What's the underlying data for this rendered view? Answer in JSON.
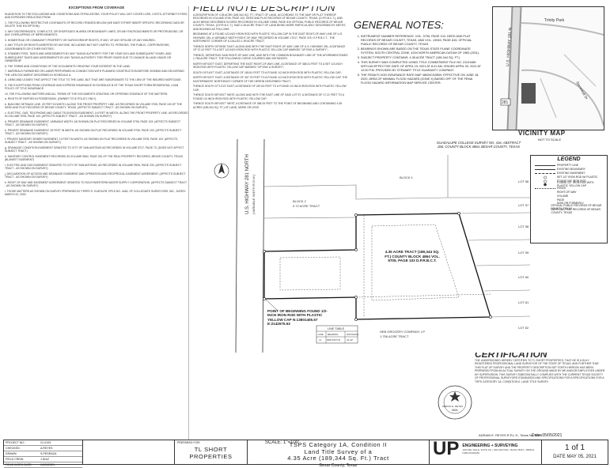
{
  "exceptions": {
    "title": "EXCEPTIONS FROM COVERAGE",
    "items": [
      "IN ADDITION TO THE EXCLUSIONS AND CONDITIONS AND STIPULATIONS, YOUR POLICY WILL NOT COVER LOSS, COSTS, ATTORNEY'S FEES, AND EXPENSES RESULTING FROM:",
      "1. THE FOLLOWING RESTRICTIVE COVENANTS OF RECORD ITEMIZED BELOW (WE MUST EITHER INSERT SPECIFIC RECORDING DATA OR DELETE THIS EXCEPTION):",
      "2. ANY DISCREPANCIES, CONFLICTS, OR SHORTAGES IN AREA OR BOUNDARY LINES, OR ANY ENCROACHMENTS OR PROTRUSIONS, OR ANY OVERLAPPING OF IMPROVEMENTS.",
      "3. HOMESTEAD OR COMMUNITY PROPERTY OR SURVIVORSHIP RIGHTS, IF ANY, OF ANY SPOUSE OF ANY INSURED.",
      "4. ANY TITLES OR RIGHTS ASSERTED BY ANYONE, INCLUDING BUT NOT LIMITED TO, PERSONS, THE PUBLIC, CORPORATIONS, GOVERNMENTS OR OTHER ENTITIES.",
      "5. STANDBY FEES, TAXES AND ASSESSMENTS BY ANY TAXING AUTHORITY FOR THE YEAR 2021 AND SUBSEQUENT YEARS, AND SUBSEQUENT TAXES AND ASSESSMENTS BY ANY TAXING AUTHORITY FOR PRIOR YEARS DUE TO CHANGE IN LAND USAGE OR OWNERSHIP.",
      "6. THE TERMS AND CONDITIONS OF THE DOCUMENTS CREATING YOUR INTEREST IN THE LAND.",
      "7. MATERIALS FURNISHED OR LABOR PERFORMED IN CONNECTION WITH PLANNED CONSTRUCTION BEFORE SIGNING AND DELIVERING THE LIEN DOCUMENT DESCRIBED IN SCHEDULE A.",
      "8. LIENS AND LEASES THAT AFFECT THE TITLE TO THE LAND, BUT THAT ARE SUBORDINATE TO THE LIEN OF THE INSURED MORTGAGE.",
      "9. THE EXCEPTIONS FROM COVERAGE AND EXPRESS INSURANCE IN SCHEDULE B OF THE TEXAS SHORT FORM RESIDENTIAL LOAN POLICY OF TITLE INSURANCE.",
      "10. THE FOLLOWING MATTERS AND ALL TERMS OF THE DOCUMENTS CREATING OR OFFERING EVIDENCE OF THE MATTERS:",
      "a. RIGHTS OF PARTIES IN POSSESSION. (OWNER TITLE POLICY ONLY)",
      "b. BUILDING SETBACK LINE, 25 FEET IN WIDTH, ALONG THE FRONT PROPERTY LINE, AS RECORDED IN VOLUME 9705, PAGE 103 OF THE DEED AND PLAT RECORDS OF BEXAR COUNTY, TEXAS. (AFFECTS SUBJECT TRACT - AS SHOWN ON SURVEY)",
      "c. ELECTRIC, GAS, TELEPHONE AND CABLE TELEVISION EASEMENT, 14 FEET IN WIDTH, ALONG THE FRONT PROPERTY LINE, AS RECORDED IN VOLUME 9705, PAGE 103. (AFFECTS SUBJECT TRACT - AS SHOWN ON SURVEY)",
      "d. PRIVATE DRAINAGE EASEMENT, VARIABLE WIDTH, AS SHOWN ON PLAT RECORDED IN VOLUME 9705, PAGE 103. (AFFECTS SUBJECT TRACT - AS SHOWN ON SURVEY)",
      "e. PRIVATE DRAINAGE EASEMENT, 25 FEET IN WIDTH, AS SHOWN ON PLAT RECORDED IN VOLUME 9705, PAGE 103. (AFFECTS SUBJECT TRACT - AS SHOWN ON SURVEY)",
      "f. PRIVATE SANITARY SEWER EASEMENT, 10 FEET IN WIDTH, AS SHOWN ON PLAT RECORDED IN VOLUME 9705, PAGE 103. (AFFECTS SUBJECT TRACT - AS SHOWN ON SURVEY)",
      "g. DRAINAGE CONDITION EASEMENT GRANTED TO CITY OF SAN ANTONIO AS RECORDED IN VOLUME 8717, PAGE 73. (DOES NOT AFFECT SUBJECT TRACT)",
      "h. SANITARY CONTROL EASEMENT RECORDED IN VOLUME 9662, PAGE 251 OF THE REAL PROPERTY RECORDS, BEXAR COUNTY, TEXAS. (BLANKET EASEMENT)",
      "i. ELECTRIC AND GAS EASEMENT GRANTED TO CITY OF SAN ANTONIO, AS RECORDED IN VOLUME 9926, PAGE 233. (AFFECTS SUBJECT TRACT - AS SHOWN ON SURVEY)",
      "j. DECLARATION OF ACCESS AND DRAINAGE EASEMENT AND OPERATION AND RECIPROCAL EASEMENT AGREEMENT. (AFFECTS SUBJECT TRACT - AS SHOWN ON SURVEY)",
      "k. RIGHT OF WAY AND EASEMENT AGREEMENT GRANTED TO SOUTHWESTERN WATER SUPPLY CORPORATION. (AFFECTS SUBJECT TRACT - AS SHOWN ON SURVEY)",
      "l. THOSE MATTERS AS SHOWN ON SURVEY PREPARED BY TERRY E. KUEHLER, RPLS NO. 4446, OF COLLEGIATE SURVEYORS, INC., DATED: MARCH 22, 2000."
    ]
  },
  "field_notes": {
    "title": "FIELD NOTE DESCRIPTION",
    "intro": "A DESCRIPTION OF 4.35 ACRE (189,344 SQ. FT.) TRACT OF LAND, ACCORDING TO THE MAP OR PLAT THEREOF RECORDED IN VOLUME 9705, PAGE 103, DEED AND PLAT RECORDS OF BEXAR COUNTY, TEXAS, (D.P.R.B.C.T.), AND ALSO BEING DESCRIBED IN DEED RECORDED IN VOLUME 13945, PAGE 815 OFFICIAL PUBLIC RECORDS OF BEXAR COUNTY, TEXAS, (O.P.R.B.C.T.). SAID 4.35 ACRE TRACT OF LAND BEING MORE PARTICULARLY DESCRIBED BY METES AND BOUNDS AS FOLLOWS:",
    "items": [
      "BEGINNING AT A FOUND 1/2-INCH IRON ROD WITH PLASTIC YELLOW CAP IN THE EAST RIGHT-OF-WAY LINE OF U.S. HIGHWAY 281, A VARIABLE WIDTH RIGHT-OF-WAY, RECORDED IN VOLUME 17017, PAGE 475, O.P.R.B.C.T., THE NORTHWEST CORNER OF A CALLED 1.59 ACRE TRACT;",
      "THENCE NORTH 00°05'46\" EAST, ALONG AND WITH THE EAST RIGHT-OF-WAY LINE OF U.S. HIGHWAY 281, A DISTANCE OF 37.42 FEET TO A SET 1/2-INCH IRON ROD WITH PLASTIC YELLOW CAP MARKED \"UP ENG & SURVEY\";",
      "THENCE, DEPARTING SAID RIGHT-OF-WAY LINE, AND WITH THE COMMON BOUNDARY LINE OF THE AFOREMENTIONED 1.756 ACRE TRACT, THE FOLLOWING CURVE COURSES AND DISTANCES:",
      "NORTH 89°43'07\" EAST, DEPARTING THE EAST RIGHT-OF-WAY LINE, A DISTANCE OF 368.31 FEET TO A SET 1/2-INCH IRON ROD WITH PLASTIC YELLOW CAP MARKED \"UP ENG & SURVEY\";",
      "SOUTH 00°16'47\" EAST, A DISTANCE OF 180.61 FEET TO A FOUND 1/2-INCH IRON ROD WITH PLASTIC YELLOW CAP;",
      "NORTH 89°43'07\" EAST, A DISTANCE OF 357.76 FEET TO A FOUND 1/2-INCH IRON ROD WITH PLASTIC YELLOW CAP, THE EASTERNMOST NORTHEAST CORNER OF THE HEREIN DESCRIBED TRACT;",
      "THENCE SOUTH 07°13'13\" EAST, A DISTANCE OF 287.63 FEET TO A FOUND 1/2-INCH IRON ROD WITH PLASTIC YELLOW CAP;",
      "THENCE SOUTH 89°43'07\" WEST, ALONG AND WITH THE EAST LINE OF SAID LOT 57, A DISTANCE OF 17.21 FEET TO A FOUND 1/2-INCH IRON ROD WITH PLASTIC YELLOW CAP;",
      "THENCE SOUTH 89°43'07\" WEST, A DISTANCE OF 368.29 FEET TO THE POINT OF BEGINNING AND CONTAINING 4.35 ACRES (189,344 SQ. FT.) OF LAND, MORE OR LESS."
    ]
  },
  "general_notes": {
    "title": "GENERAL NOTES:",
    "items": [
      "INSTRUMENT NUMBER REFERENCE: VOL. 9705, PAGE 103, DEED AND PLAT RECORDS OF BEXAR COUNTY, TEXAS, AND VOL. 13945, PAGE 815, OFFICIAL PUBLIC RECORDS OF BEXAR COUNTY, TEXAS.",
      "BEARINGS SHOWN ARE BASED ON THE TEXAS STATE PLANE COORDINATE SYSTEM, SOUTH CENTRAL ZONE, 4204 NORTH AMERICAN DATUM OF 1983 (2011).",
      "SUBJECT PROPERTY CONTAINS: 4.35 ACRE TRACT (189,344 SQ. FT.)",
      "THIS SURVEY WAS COMPLETED USING TITLE COMMITMENT FILE NO. 21191485 WITH AN EFFECTIVE DATE OF APRIL 19, 2021 AT 8:41 AM, ISSUED APRIL 30, 2021 AT 12:00 P.M. PROVIDED BY STEWART TITLE GUARANTY COMPANY.",
      "THE FEMA FLOOD INSURANCE RATE MAP 48029C0285H, EFFECTIVE ON JUNE 18, 2020. AREA OF MINIMAL FLOOD HAZARD (ZONE X) BASED OFF OF THE FEMA FLOOD HAZARD INFORMATION MAP SERVICE CENTER."
    ]
  },
  "vicinity": {
    "title": "VICINITY MAP",
    "scale": "NOT TO SCALE",
    "roads": [
      "U.S. HIGHWAY 281 N.",
      "Trinity Park",
      "Stonewall Dr",
      "281"
    ]
  },
  "legend": {
    "title": "LEGEND",
    "items": [
      {
        "label": "PROPERTY LINE",
        "sym": "solid"
      },
      {
        "label": "EXISTING BOUNDARY",
        "sym": "solid"
      },
      {
        "label": "EXISTING EASEMENT",
        "sym": "dash"
      },
      {
        "label": "SET 1/2\" IRON ROD W/ PLASTIC",
        "sym": "circle"
      },
      {
        "label": "FOUND 5/8\" IRON ROD",
        "sym": "circle"
      },
      {
        "label": "FOUND 1/2\" IRON ROD WITH PLASTIC YELLOW CAP",
        "sym": "dot-circle"
      },
      {
        "label": "FENCE",
        "sym": "fence"
      },
      {
        "label": "RIGHT-OF-WAY",
        "sym": "text"
      },
      {
        "label": "VOLUME",
        "sym": "text"
      },
      {
        "label": "PAGE",
        "sym": "text"
      },
      {
        "label": "NOW OR FORMERLY",
        "sym": "text"
      },
      {
        "label": "OFFICIAL PUBLIC RECORDS OF BEXAR COUNTY, TEXAS",
        "sym": "text"
      },
      {
        "label": "DEED AND PLAT RECORDS OF BEXAR COUNTY, TEXAS",
        "sym": "text"
      }
    ]
  },
  "plat": {
    "highway": "U.S. HIGHWAY 281 NORTH",
    "highway_sub": "(VARIABLE WIDTH R.O.W.)",
    "subdivision": "GUADALUPE COLLEGE SURVEY NO. 416, ABSTRACT 266, COUNTY BLOCK 4864, BEXAR COUNTY, TEXAS",
    "tract_label": "4.35 ACRE TRACT (189,344 SQ. FT.) COUNTY BLOCK 4864 VOL. 9705, PAGE 103 D.P.R.B.C.T.",
    "pob": "POINT OF BEGINNING FOUND 1/2-INCH IRON ROD WITH PLASTIC YELLOW CAP N:13801405.57 E:2142675.53",
    "lot_labels": [
      "LOT 56",
      "LOT 57",
      "LOT 58",
      "LOT 59",
      "LOT 60",
      "LOT 61",
      "LOT 62"
    ],
    "block_labels": [
      "BLOCK 2",
      "0.72 ACRE TRACT",
      "BLOCK 1",
      "HEB GROCERY COMPANY, LP",
      "1.756 ACRE TRACT"
    ],
    "line_table_title": "LINE TABLE",
    "line_table_headers": [
      "LINE",
      "BEARING",
      "DISTANCE"
    ],
    "line_table_row": [
      "L1",
      "N89°43'07\"E",
      "31.42'"
    ]
  },
  "certification": {
    "title": "CERTIFICATION",
    "text": "THE UNDERSIGNED HEREBY CERTIFIES TO TL SHORT PROPERTIES, THAT HE IS A DULY REGISTERED PROFESSIONAL LAND SURVEYOR OF THE STATE OF TEXAS, AND FURTHER THAT: THIS PLAT OF SURVEY AND THE PROPERTY DESCRIPTION SET FORTH HEREON HAS BEEN PREPARED FROM AN ACTUAL SURVEY ON THE GROUND MADE BY ME AND/OR EMPLOYEES UNDER MY SUPERVISION. THIS SURVEY SUBSTANTIALLY COMPLIES WITH THE CURRENT TEXAS SOCIETY OF PROFESSIONAL SURVEYORS STANDARDS AND SPECIFICATIONS FOR A SPECIFICATIONS FOR A TSPS CATEGORY 1A, CONDITION II, LAND TITLE SURVEY.",
    "signer": "ADRIAN E. REYES R.P.L.S., Texas No. 5806",
    "date": "Date: 05/05/2021"
  },
  "seal": {
    "lines": [
      "STATE OF TEXAS",
      "ADRIAN E. REYES",
      "5806",
      "PROFESSIONAL",
      "SURVEYOR"
    ]
  },
  "titleblock": {
    "info": [
      {
        "k": "PROJECT NO.:",
        "v": "21-0193"
      },
      {
        "k": "CHECKED:",
        "v": "A.REYES"
      },
      {
        "k": "DRAWN:",
        "v": "S.PEDRAZA"
      },
      {
        "k": "FIELD CREW:",
        "v": "J.DIAZ"
      },
      {
        "k": "FIELD WORK DATE:",
        "v": "04/26/2021"
      }
    ],
    "prepared_for_label": "PREPARED FOR:",
    "client": "TL SHORT PROPERTIES",
    "scale": "SCALE: 1\"=100'",
    "project_l1": "TSPS Category 1A, Condition II",
    "project_l2": "Land Title Survey of a",
    "project_l3": "4.35 Acre (189,344 Sq. Ft.) Tract",
    "project_l4": "Bexar County, Texas",
    "firm_logo": "UP",
    "firm": "ENGINEERING + SURVEYING",
    "firm_addr": "1203 DEL VALLE, SUITE 101 • SAN ANTONIO, TEXAS 78213 • TBPELS FIRM #10194366",
    "sheet": "1 of 1",
    "date_label": "DATE MAY 05, 2021"
  }
}
